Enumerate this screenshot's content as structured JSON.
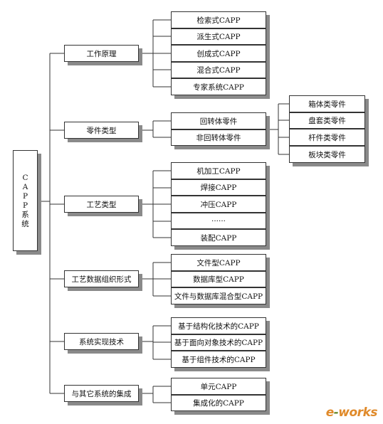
{
  "root": "C A P P 系统",
  "categories": [
    {
      "label": "工作原理",
      "items": [
        "检索式CAPP",
        "派生式CAPP",
        "创成式CAPP",
        "混合式CAPP",
        "专家系统CAPP"
      ]
    },
    {
      "label": "零件类型",
      "items": [
        "回转体零件",
        "非回转体零件"
      ]
    },
    {
      "label": "工艺类型",
      "items": [
        "机加工CAPP",
        "焊接CAPP",
        "冲压CAPP",
        "······",
        "装配CAPP"
      ]
    },
    {
      "label": "工艺数据组织形式",
      "items": [
        "文件型CAPP",
        "数据库型CAPP",
        "文件与数据库混合型CAPP"
      ]
    },
    {
      "label": "系统实现技术",
      "items": [
        "基于结构化技术的CAPP",
        "基于面向对象技术的CAPP",
        "基于组件技术的CAPP"
      ]
    },
    {
      "label": "与其它系统的集成",
      "items": [
        "单元CAPP",
        "集成化的CAPP"
      ]
    }
  ],
  "sub_items": [
    "箱体类零件",
    "盘套类零件",
    "杆件类零件",
    "板块类零件"
  ],
  "watermark": {
    "prefix": "e",
    "dash": "-",
    "rest": "works"
  }
}
